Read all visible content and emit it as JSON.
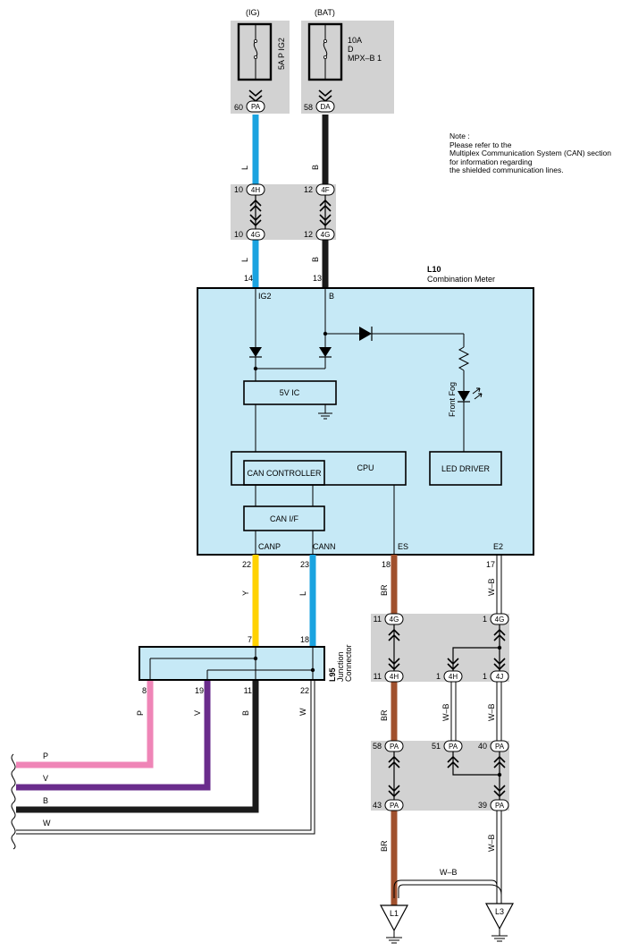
{
  "fuses": {
    "ig": {
      "source": "(IG)",
      "rating": "5A P IG2",
      "pin": "60",
      "connector": "PA"
    },
    "bat": {
      "source": "(BAT)",
      "rating_line1": "10A",
      "rating_line2": "D",
      "rating_line3": "MPX–B 1",
      "pin": "58",
      "connector": "DA"
    }
  },
  "note": {
    "line1": "Note :",
    "line2": "Please refer to the",
    "line3": "Multiplex Communication System (CAN) section",
    "line4": "for information regarding",
    "line5": "the shielded communication lines."
  },
  "wires": {
    "L": "L",
    "B": "B",
    "Y": "Y",
    "BR": "BR",
    "WB": "W–B",
    "P": "P",
    "V": "V",
    "W": "W"
  },
  "joint_upper": {
    "top_left_pin": "10",
    "top_left_conn": "4H",
    "top_right_pin": "12",
    "top_right_conn": "4F",
    "bot_left_pin": "10",
    "bot_left_conn": "4G",
    "bot_right_pin": "12",
    "bot_right_conn": "4G"
  },
  "meter": {
    "code": "L10",
    "name": "Combination Meter",
    "pin_ig2": "14",
    "label_ig2": "IG2",
    "pin_b": "13",
    "label_b": "B",
    "ic": "5V IC",
    "cpu": "CPU",
    "can_controller": "CAN CONTROLLER",
    "can_if": "CAN I/F",
    "led_driver": "LED DRIVER",
    "front_fog": "Front Fog",
    "canp": "CANP",
    "cann": "CANN",
    "es": "ES",
    "e2": "E2",
    "pin_canp": "22",
    "pin_cann": "23",
    "pin_es": "18",
    "pin_e2": "17"
  },
  "junction": {
    "code": "L95",
    "name_line1": "Junction",
    "name_line2": "Connector",
    "pin_in_y": "7",
    "pin_in_l": "18",
    "pin_p": "8",
    "pin_v": "19",
    "pin_b": "11",
    "pin_w": "22"
  },
  "joint_lower": {
    "r1_left_pin": "11",
    "r1_left_conn": "4G",
    "r1_right_pin": "1",
    "r1_right_conn": "4G",
    "r2_left_pin": "11",
    "r2_left_conn": "4H",
    "r2_mid_pin": "1",
    "r2_mid_conn": "4H",
    "r2_right_pin": "1",
    "r2_right_conn": "4J",
    "r3_left_pin": "58",
    "r3_left_conn": "PA",
    "r3_mid_pin": "51",
    "r3_mid_conn": "PA",
    "r3_right_pin": "40",
    "r3_right_conn": "PA",
    "r4_left_pin": "43",
    "r4_left_conn": "PA",
    "r4_right_pin": "39",
    "r4_right_conn": "PA"
  },
  "grounds": {
    "left": "L1",
    "right": "L3"
  },
  "colors": {
    "light_blue_wire": "#1aa3e0",
    "black_wire": "#1a1a1a",
    "yellow_wire": "#ffd200",
    "brown_wire": "#a0502d",
    "pink_wire": "#ef85b7",
    "purple_wire": "#6a2c8c",
    "panel_fill": "#c6e9f6",
    "gray_box": "#d2d2d2"
  }
}
